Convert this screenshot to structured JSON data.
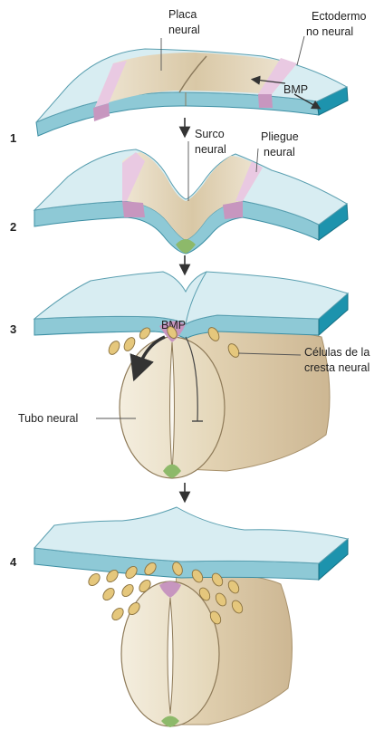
{
  "colors": {
    "ectoderm_top": "#d8edf2",
    "ectoderm_side": "#8ec9d6",
    "ectoderm_edge": "#1d93ad",
    "neural_plate": "#e3d7bf",
    "neural_plate_light": "#efe6d4",
    "border_pink": "#c796bf",
    "pink_light": "#e9c9e2",
    "floor_green": "#8db96a",
    "crest_cell": "#e5c77c",
    "crest_cell_stroke": "#8a7240",
    "tube_fill": "#efe7d4",
    "tube_shadow": "#d9c7a4",
    "arrow": "#444444"
  },
  "steps": [
    {
      "number": "1"
    },
    {
      "number": "2"
    },
    {
      "number": "3"
    },
    {
      "number": "4"
    }
  ],
  "labels": {
    "neural_plate": [
      "Placa",
      "neural"
    ],
    "non_neural_ectoderm": [
      "Ectodermo",
      "no neural"
    ],
    "bmp_step1": "BMP",
    "neural_groove": [
      "Surco",
      "neural"
    ],
    "neural_fold": [
      "Pliegue",
      "neural"
    ],
    "bmp_step3": "BMP",
    "neural_crest_cells": [
      "Células de la",
      "cresta neural"
    ],
    "neural_tube": "Tubo neural"
  }
}
